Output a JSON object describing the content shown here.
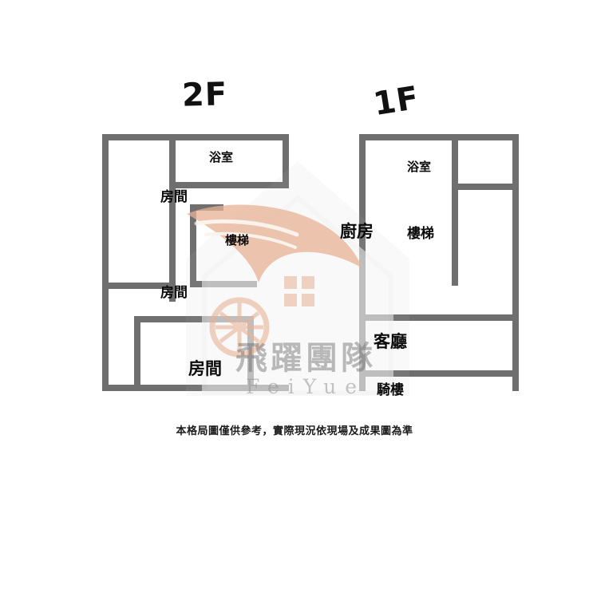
{
  "page": {
    "background_color": "#ffffff",
    "wall_color": "#6f6f6f",
    "text_color": "#0b0b0b",
    "watermark_accent_color": "#e8b294"
  },
  "floors": [
    {
      "id": "2f",
      "title": "2F",
      "rooms": [
        {
          "name": "浴室",
          "label": "浴室",
          "size": "sm"
        },
        {
          "name": "房間",
          "label": "房間",
          "size": "md"
        },
        {
          "name": "樓梯",
          "label": "樓梯",
          "size": "sm"
        },
        {
          "name": "房間",
          "label": "房間",
          "size": "md"
        },
        {
          "name": "房間",
          "label": "房間",
          "size": "lg"
        }
      ]
    },
    {
      "id": "1f",
      "title": "1F",
      "rooms": [
        {
          "name": "浴室",
          "label": "浴室",
          "size": "sm"
        },
        {
          "name": "廚房",
          "label": "廚房",
          "size": "lg"
        },
        {
          "name": "樓梯",
          "label": "樓梯",
          "size": "md"
        },
        {
          "name": "客廳",
          "label": "客廳",
          "size": "lg"
        },
        {
          "name": "騎樓",
          "label": "騎樓",
          "size": "md"
        }
      ]
    }
  ],
  "watermark": {
    "team_text": "飛躍團隊",
    "brand_text": "FeiYue",
    "logo_name": "house-with-wing-logo"
  },
  "disclaimer": {
    "text": "本格局圖僅供參考，實際現況依現場及成果圖為準"
  }
}
